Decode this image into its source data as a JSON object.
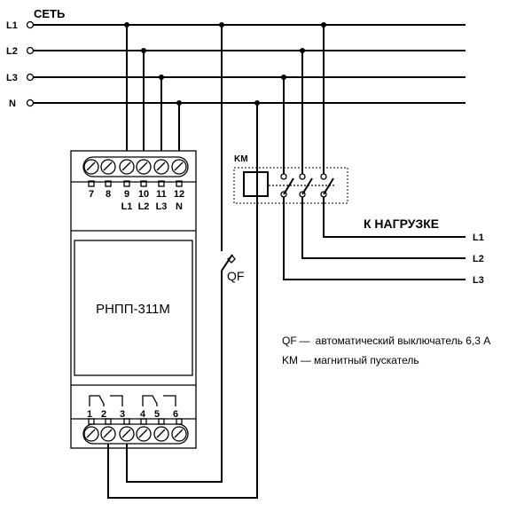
{
  "network": {
    "title": "СЕТЬ",
    "lines": [
      "L1",
      "L2",
      "L3",
      "N"
    ]
  },
  "device": {
    "model": "РНПП-311М",
    "top_terminals": {
      "numbers": [
        "7",
        "8",
        "9",
        "10",
        "11",
        "12"
      ],
      "phases": [
        "",
        "",
        "L1",
        "L2",
        "L3",
        "N"
      ]
    },
    "bottom_terminals": {
      "numbers": [
        "1",
        "2",
        "3",
        "4",
        "5",
        "6"
      ]
    }
  },
  "breaker": {
    "label": "QF"
  },
  "contactor": {
    "label": "KM"
  },
  "load": {
    "title": "К НАГРУЗКЕ",
    "lines": [
      "L1",
      "L2",
      "L3"
    ]
  },
  "legend": [
    {
      "key": "QF",
      "sep": "—",
      "text": "автоматический выключатель 6,3 А"
    },
    {
      "key": "KM",
      "sep": "—",
      "text": "магнитный пускатель"
    }
  ]
}
